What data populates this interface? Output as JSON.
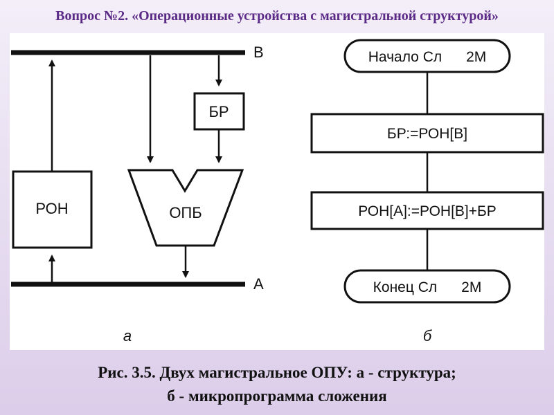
{
  "slide": {
    "title": "Вопрос №2. «Операционные устройства с магистральной структурой»"
  },
  "figure": {
    "structure": {
      "bus_top_label": "В",
      "bus_bottom_label": "А",
      "br_label": "БР",
      "ron_label": "РОН",
      "opb_label": "ОПБ",
      "sublabel": "а"
    },
    "flowchart": {
      "start_label": "Начало Сл      2М",
      "step1_label": "БР:=РОН[В]",
      "step2_label": "РОН[А]:=РОН[В]+БР",
      "end_label": "Конец Сл      2М",
      "sublabel": "б"
    }
  },
  "caption": {
    "line1": "Рис. 3.5. Двух магистральное ОПУ: а - структура;",
    "line2": "б - микропрограмма сложения"
  }
}
